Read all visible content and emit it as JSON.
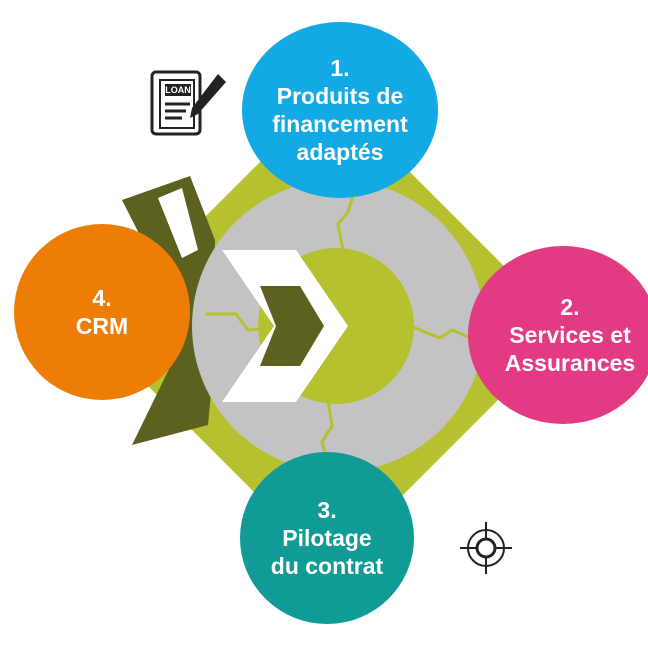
{
  "colors": {
    "lime": "#b5c12e",
    "olive": "#5d6120",
    "gray": "#c3c3c3",
    "blue": "#13a9e4",
    "magenta": "#e23b83",
    "teal": "#109b97",
    "orange": "#ee7d06"
  },
  "steps": [
    {
      "number": "1.",
      "lines": [
        "Produits de",
        "financement",
        "adaptés"
      ],
      "color": "blue"
    },
    {
      "number": "2.",
      "lines": [
        "Services et",
        "Assurances"
      ],
      "color": "magenta"
    },
    {
      "number": "3.",
      "lines": [
        "Pilotage",
        "du contrat"
      ],
      "color": "teal"
    },
    {
      "number": "4.",
      "lines": [
        "CRM"
      ],
      "color": "orange"
    }
  ],
  "icons": {
    "loan": {
      "name": "loan-document-icon",
      "label": "LOAN"
    },
    "target": {
      "name": "crosshair-target-icon"
    }
  }
}
